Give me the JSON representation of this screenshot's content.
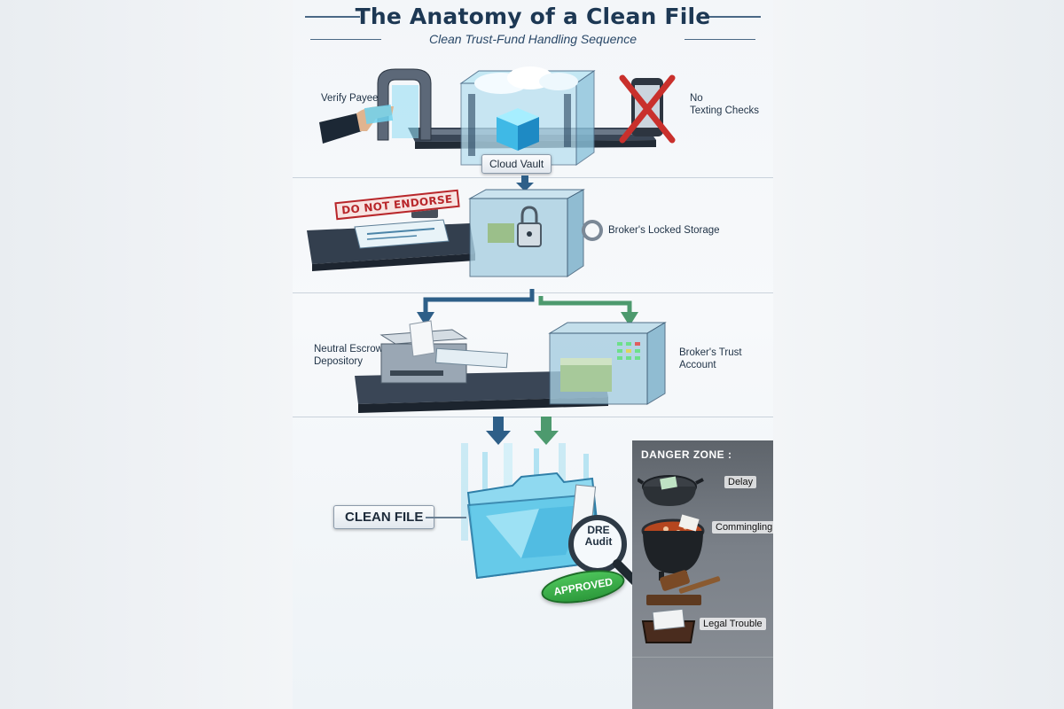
{
  "title": "The Anatomy of a Clean File",
  "subtitle": "Clean Trust-Fund Handling Sequence",
  "steps": {
    "verify_payee": "Verify Payee",
    "cloud_vault": "Cloud Vault",
    "no_texting": "No\nTexting Checks",
    "do_not_endorse": "DO NOT ENDORSE",
    "brokers_locked_storage": "Broker's Locked Storage",
    "neutral_escrow": "Neutral Escrow\nDepository",
    "brokers_trust": "Broker's Trust\nAccount",
    "clean_file": "CLEAN FILE",
    "dre_audit": "DRE\nAudit",
    "approved": "APPROVED"
  },
  "danger_zone": {
    "title": "DANGER ZONE :",
    "items": [
      "Delay",
      "Commingling",
      "Legal Trouble"
    ]
  },
  "colors": {
    "navy": "#1d3854",
    "arrow_blue": "#2e5f88",
    "arrow_green": "#4d9a6e",
    "cube_cyan": "#5fc8e8",
    "stamp_red": "#b8262a",
    "approved_green": "#2d9a3c"
  },
  "icons": [
    "scanner-icon",
    "hand-icon",
    "cloud-vault-icon",
    "phone-crossed-icon",
    "stamp-icon",
    "check-icon",
    "locked-safe-icon",
    "printer-icon",
    "trust-vault-icon",
    "folder-icon",
    "magnifier-icon",
    "pot-icon",
    "cauldron-icon",
    "gavel-icon",
    "tray-icon"
  ]
}
